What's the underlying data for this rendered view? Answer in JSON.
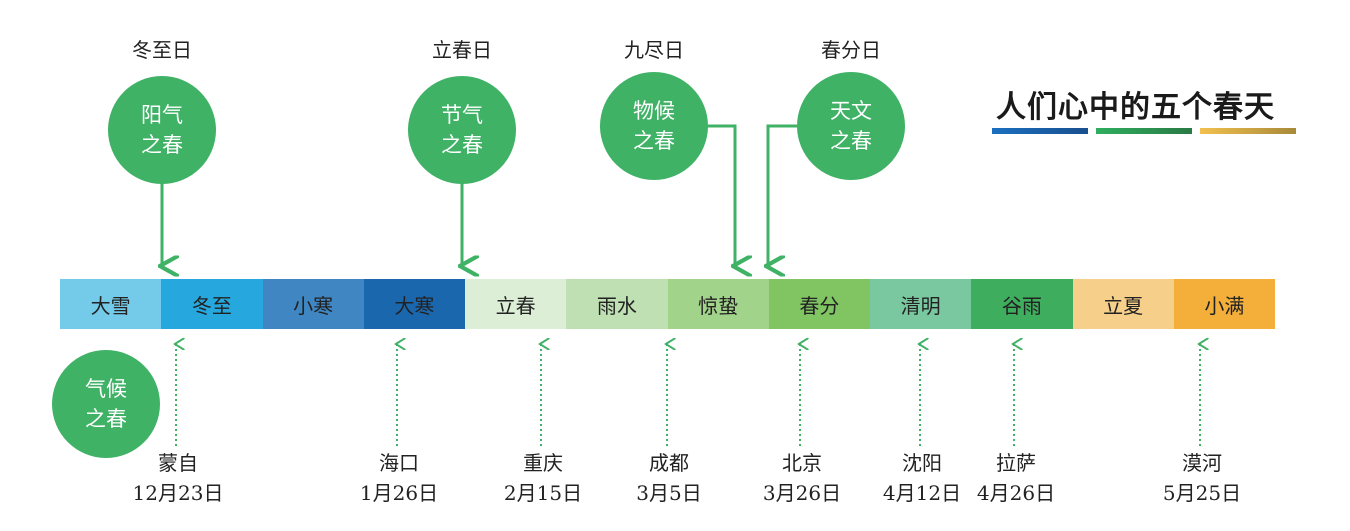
{
  "title": "人们心中的五个春天",
  "springs": [
    {
      "top_label": "冬至日",
      "line1": "阳气",
      "line2": "之春"
    },
    {
      "top_label": "立春日",
      "line1": "节气",
      "line2": "之春"
    },
    {
      "top_label": "九尽日",
      "line1": "物候",
      "line2": "之春"
    },
    {
      "top_label": "春分日",
      "line1": "天文",
      "line2": "之春"
    }
  ],
  "climate_spring": {
    "line1": "气候",
    "line2": "之春"
  },
  "solar_terms": [
    {
      "name": "大雪",
      "color": "#74cbe9"
    },
    {
      "name": "冬至",
      "color": "#26a8df"
    },
    {
      "name": "小寒",
      "color": "#3f86c2"
    },
    {
      "name": "大寒",
      "color": "#1b67ae"
    },
    {
      "name": "立春",
      "color": "#dcefd6"
    },
    {
      "name": "雨水",
      "color": "#bfe0b3"
    },
    {
      "name": "惊蛰",
      "color": "#a2d38a"
    },
    {
      "name": "春分",
      "color": "#80c562"
    },
    {
      "name": "清明",
      "color": "#79c8a0"
    },
    {
      "name": "谷雨",
      "color": "#3ead5e"
    },
    {
      "name": "立夏",
      "color": "#f6d08a"
    },
    {
      "name": "小满",
      "color": "#f4af3a"
    }
  ],
  "cities": [
    {
      "city": "蒙自",
      "date": "12月23日"
    },
    {
      "city": "海口",
      "date": "1月26日"
    },
    {
      "city": "重庆",
      "date": "2月15日"
    },
    {
      "city": "成都",
      "date": "3月5日"
    },
    {
      "city": "北京",
      "date": "3月26日"
    },
    {
      "city": "沈阳",
      "date": "4月12日"
    },
    {
      "city": "拉萨",
      "date": "4月26日"
    },
    {
      "city": "漠河",
      "date": "5月25日"
    }
  ],
  "colors": {
    "circle_green": "#3fb266",
    "arrow_green": "#3fb266"
  }
}
